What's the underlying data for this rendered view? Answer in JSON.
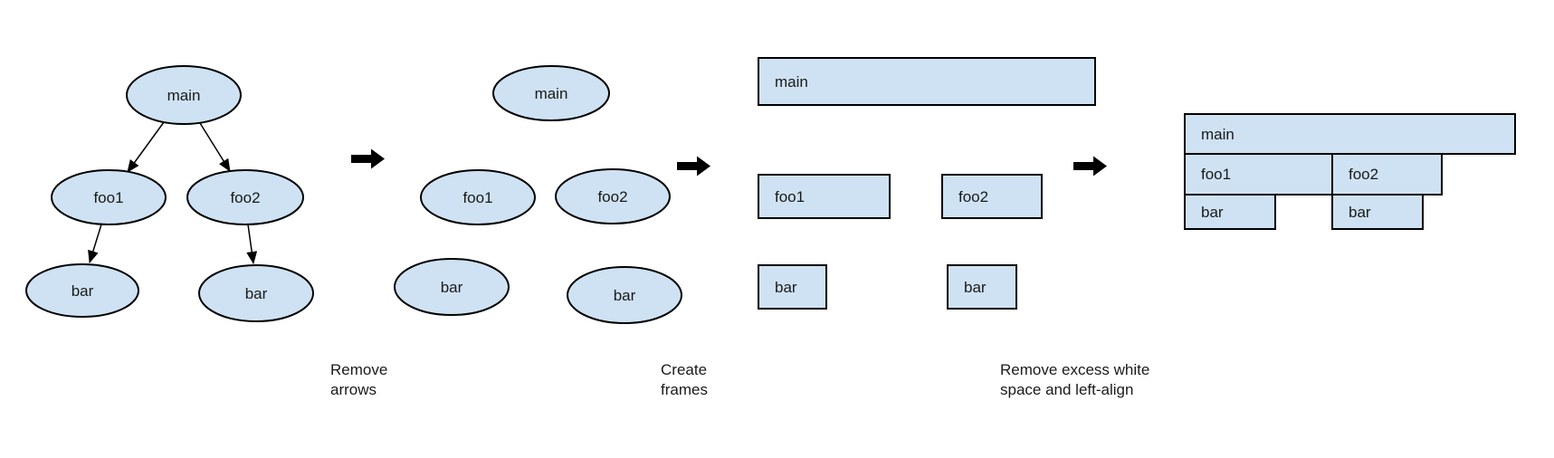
{
  "colors": {
    "background": "#ffffff",
    "node_fill": "#cfe2f3",
    "node_border": "#000000",
    "text": "#1a1a1a",
    "arrow": "#000000"
  },
  "stage1_call_tree": {
    "nodes": {
      "main": "main",
      "foo1": "foo1",
      "foo2": "foo2",
      "bar_left": "bar",
      "bar_right": "bar"
    }
  },
  "stage2_no_arrows": {
    "nodes": {
      "main": "main",
      "foo1": "foo1",
      "foo2": "foo2",
      "bar_left": "bar",
      "bar_right": "bar"
    }
  },
  "stage3_frames": {
    "nodes": {
      "main": "main",
      "foo1": "foo1",
      "foo2": "foo2",
      "bar_left": "bar",
      "bar_right": "bar"
    }
  },
  "stage4_flame_graph": {
    "nodes": {
      "main": "main",
      "foo1": "foo1",
      "foo2": "foo2",
      "bar_left": "bar",
      "bar_right": "bar"
    }
  },
  "step_captions": {
    "remove_arrows": "Remove\narrows",
    "create_frames": "Create\nframes",
    "remove_whitespace": "Remove excess white\nspace and left-align"
  }
}
